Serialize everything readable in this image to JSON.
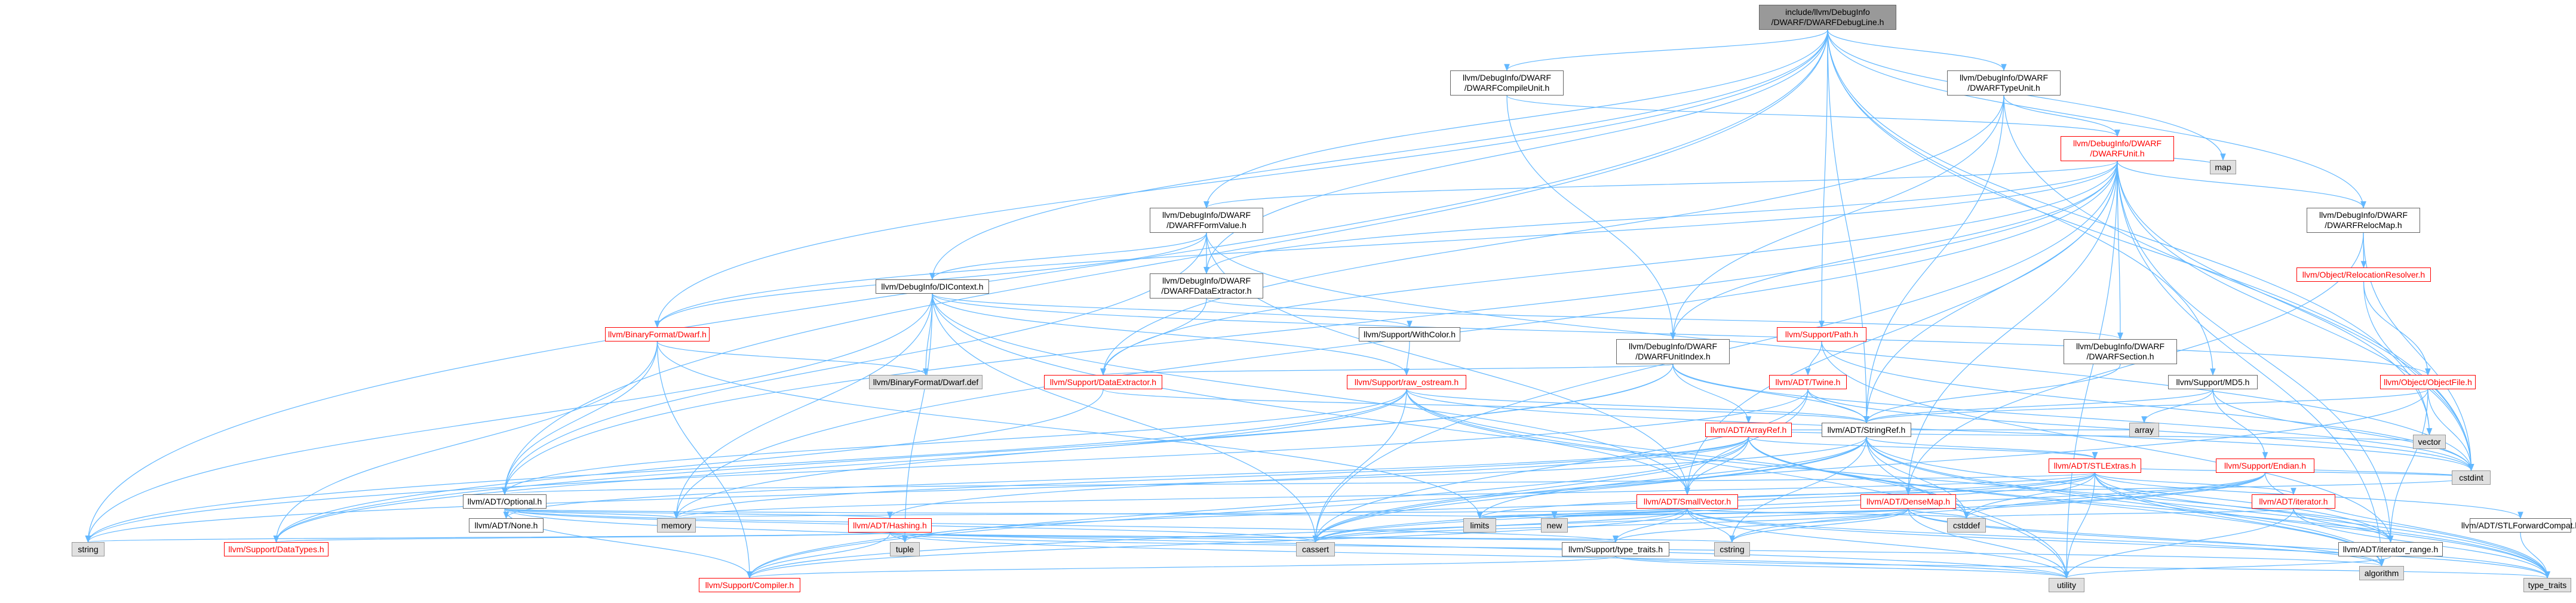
{
  "nodes": {
    "root": [
      "include/llvm/DebugInfo",
      "/DWARF/DWARFDebugLine.h"
    ],
    "compile_unit": [
      "llvm/DebugInfo/DWARF",
      "/DWARFCompileUnit.h"
    ],
    "type_unit": [
      "llvm/DebugInfo/DWARF",
      "/DWARFTypeUnit.h"
    ],
    "dwarf_unit": [
      "llvm/DebugInfo/DWARF",
      "/DWARFUnit.h"
    ],
    "form_value": [
      "llvm/DebugInfo/DWARF",
      "/DWARFFormValue.h"
    ],
    "dicontext": [
      "llvm/DebugInfo/DIContext.h"
    ],
    "data_extractor_dwarf": [
      "llvm/DebugInfo/DWARF",
      "/DWARFDataExtractor.h"
    ],
    "unit_index": [
      "llvm/DebugInfo/DWARF",
      "/DWARFUnitIndex.h"
    ],
    "dwarf_section": [
      "llvm/DebugInfo/DWARF",
      "/DWARFSection.h"
    ],
    "reloc_map": [
      "llvm/DebugInfo/DWARF",
      "/DWARFRelocMap.h"
    ],
    "reloc_resolver": [
      "llvm/Object/RelocationResolver.h"
    ],
    "binary_dwarf": [
      "llvm/BinaryFormat/Dwarf.h"
    ],
    "binary_dwarf_def": [
      "llvm/BinaryFormat/Dwarf.def"
    ],
    "with_color": [
      "llvm/Support/WithColor.h"
    ],
    "support_data_extractor": [
      "llvm/Support/DataExtractor.h"
    ],
    "support_path": [
      "llvm/Support/Path.h"
    ],
    "raw_ostream": [
      "llvm/Support/raw_ostream.h"
    ],
    "twine": [
      "llvm/ADT/Twine.h"
    ],
    "object_file": [
      "llvm/Object/ObjectFile.h"
    ],
    "md5": [
      "llvm/Support/MD5.h"
    ],
    "string_ref": [
      "llvm/ADT/StringRef.h"
    ],
    "array_ref": [
      "llvm/ADT/ArrayRef.h"
    ],
    "stl_extras": [
      "llvm/ADT/STLExtras.h"
    ],
    "endian": [
      "llvm/Support/Endian.h"
    ],
    "adt_iterator": [
      "llvm/ADT/iterator.h"
    ],
    "dense_map": [
      "llvm/ADT/DenseMap.h"
    ],
    "small_vector": [
      "llvm/ADT/SmallVector.h"
    ],
    "optional": [
      "llvm/ADT/Optional.h"
    ],
    "none": [
      "llvm/ADT/None.h"
    ],
    "hashing": [
      "llvm/ADT/Hashing.h"
    ],
    "data_types": [
      "llvm/Support/DataTypes.h"
    ],
    "type_traits_support": [
      "llvm/Support/type_traits.h"
    ],
    "compiler": [
      "llvm/Support/Compiler.h"
    ],
    "iterator_range": [
      "llvm/ADT/iterator_range.h"
    ],
    "stl_forward_compat": [
      "llvm/ADT/STLForwardCompat.h"
    ],
    "map": [
      "map"
    ],
    "vector": [
      "vector"
    ],
    "cstdint": [
      "cstdint"
    ],
    "array": [
      "array"
    ],
    "string": [
      "string"
    ],
    "memory": [
      "memory"
    ],
    "limits": [
      "limits"
    ],
    "new": [
      "new"
    ],
    "cstddef": [
      "cstddef"
    ],
    "tuple": [
      "tuple"
    ],
    "cassert": [
      "cassert"
    ],
    "cstring": [
      "cstring"
    ],
    "algorithm": [
      "algorithm"
    ],
    "utility": [
      "utility"
    ],
    "type_traits": [
      "type_traits"
    ]
  },
  "colors": {
    "edge": "#63b8ff",
    "edge_red": "#ff0000",
    "root_fill": "#999999",
    "system_fill": "#e0e0e0",
    "incomplete_border": "#ff0000"
  }
}
